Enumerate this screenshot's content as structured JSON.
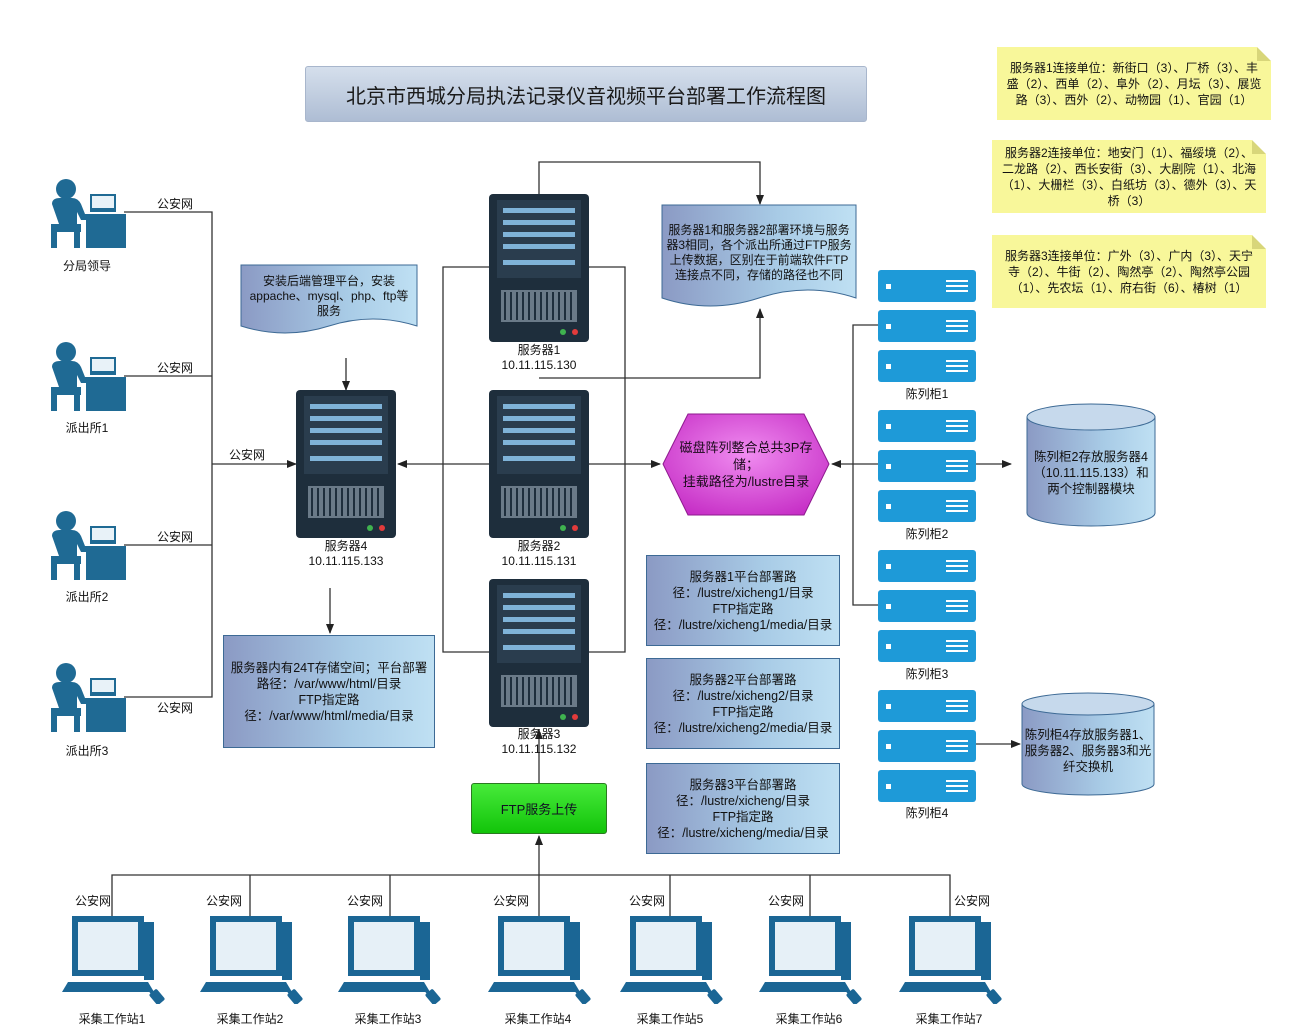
{
  "title": "北京市西城分局执法记录仪音视频平台部署工作流程图",
  "network_label": "公安网",
  "clients": [
    {
      "name": "分局领导"
    },
    {
      "name": "派出所1"
    },
    {
      "name": "派出所2"
    },
    {
      "name": "派出所3"
    }
  ],
  "servers": {
    "s1": {
      "name": "服务器1",
      "ip": "10.11.115.130"
    },
    "s2": {
      "name": "服务器2",
      "ip": "10.11.115.131"
    },
    "s3": {
      "name": "服务器3",
      "ip": "10.11.115.132"
    },
    "s4": {
      "name": "服务器4",
      "ip": "10.11.115.133"
    }
  },
  "notes": {
    "install": "安装后端管理平台，安装appache、mysql、php、ftp等服务",
    "same_env": "服务器1和服务器2部署环境与服务器3相同，各个派出所通过FTP服务上传数据，区别在于前端软件FTP连接点不同，存储的路径也不同",
    "server4_storage": "服务器内有24T存储空间；平台部署路径：/var/www/html/目录\nFTP指定路径：/var/www/html/media/目录",
    "s1_path": "服务器1平台部署路径：/lustre/xicheng1/目录\nFTP指定路径：/lustre/xicheng1/media/目录",
    "s2_path": "服务器2平台部署路径：/lustre/xicheng2/目录\nFTP指定路径：/lustre/xicheng2/media/目录",
    "s3_path": "服务器3平台部署路径：/lustre/xicheng/目录\nFTP指定路径：/lustre/xicheng/media/目录"
  },
  "sticky": [
    "服务器1连接单位：新街口（3）、厂桥（3）、丰盛（2）、西单（2）、阜外（2）、月坛（3）、展览路（3）、西外（2）、动物园（1）、官园（1）",
    "服务器2连接单位：地安门（1）、福绥境（2）、二龙路（2）、西长安街（3）、大剧院（1）、北海（1）、大栅栏（3）、白纸坊（3）、德外（3）、天桥（3）",
    "服务器3连接单位：广外（3）、广内（3）、天宁寺（2）、牛街（2）、陶然亭（2）、陶然亭公园（1）、先农坛（1）、府右街（6）、椿树（1）"
  ],
  "storage": {
    "hex": "磁盘阵列整合总共3P存储；\n挂载路径为/lustre目录",
    "cabinets": [
      "陈列柜1",
      "陈列柜2",
      "陈列柜3",
      "陈列柜4"
    ],
    "cyl1": "陈列柜2存放服务器4（10.11.115.133）和两个控制器模块",
    "cyl2": "陈列柜4存放服务器1、服务器2、服务器3和光纤交换机"
  },
  "ftp_upload": "FTP服务上传",
  "workstations": [
    "采集工作站1",
    "采集工作站2",
    "采集工作站3",
    "采集工作站4",
    "采集工作站5",
    "采集工作站6",
    "采集工作站7"
  ],
  "colors": {
    "server_dark": "#1e2e3c",
    "server_slot": "#7fb3d8",
    "person_blue": "#1f6a94",
    "rack_blue": "#1e9ad8",
    "hex_magenta": "#cc2fcc",
    "ftp_green": "#22d414"
  }
}
